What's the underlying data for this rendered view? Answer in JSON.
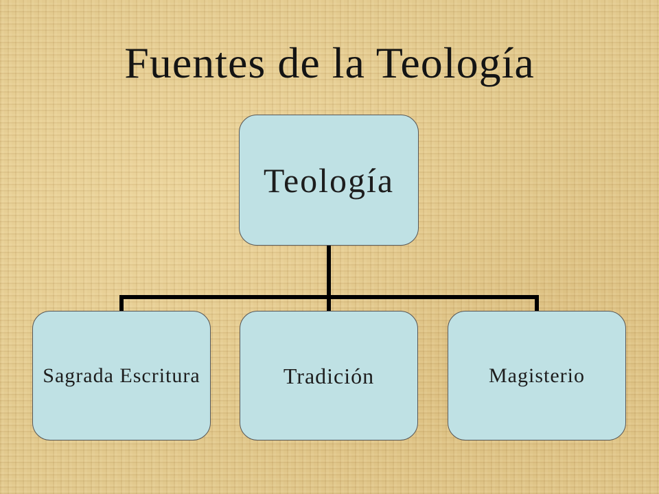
{
  "slide": {
    "title": "Fuentes de la Teología"
  },
  "diagram": {
    "root": {
      "label": "Teología"
    },
    "children": [
      {
        "label": "Sagrada Escritura"
      },
      {
        "label": "Tradición"
      },
      {
        "label": "Magisterio"
      }
    ]
  },
  "colors": {
    "box_fill": "#bfe1e4",
    "box_border": "#555555",
    "connector": "#000000",
    "background": "#e2c98d"
  }
}
